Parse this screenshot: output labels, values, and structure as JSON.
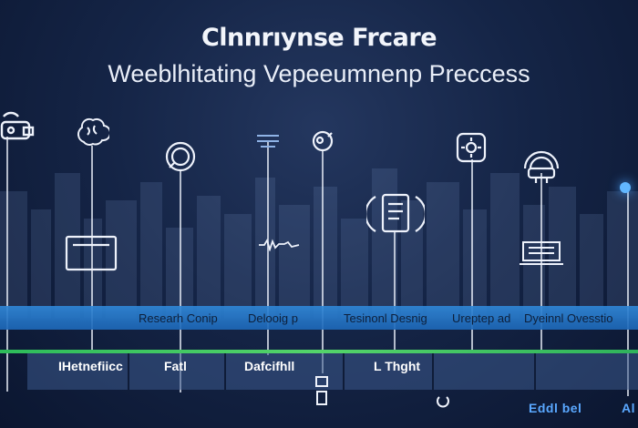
{
  "header": {
    "title": "Clnnrıynse Frcare",
    "subtitle": "Weeblhitating Vepeeumnenp Preccess"
  },
  "band": {
    "labels": [
      "Researh Conip",
      "Delooig p",
      "Tesinonl Desnig",
      "Ureptep ad",
      "Dyeinnl Ovesstio"
    ]
  },
  "cells": {
    "labels": [
      "IHetnefiicc",
      "Fatl",
      "Dafcifhll",
      "L Thght"
    ]
  },
  "footer": {
    "labels": [
      "Eddl bel",
      "Al"
    ]
  },
  "icons": [
    "robot-icon",
    "brain-icon",
    "magnifier-icon",
    "person-icon",
    "server-stack-icon",
    "document-icon",
    "gear-icon",
    "monitor-icon",
    "laptop-icon",
    "waveform-icon",
    "lightbulb-icon"
  ],
  "colors": {
    "background": "#152547",
    "band": "#2f86d6",
    "rail": "#54d46a",
    "accent": "#5aa8ff"
  }
}
